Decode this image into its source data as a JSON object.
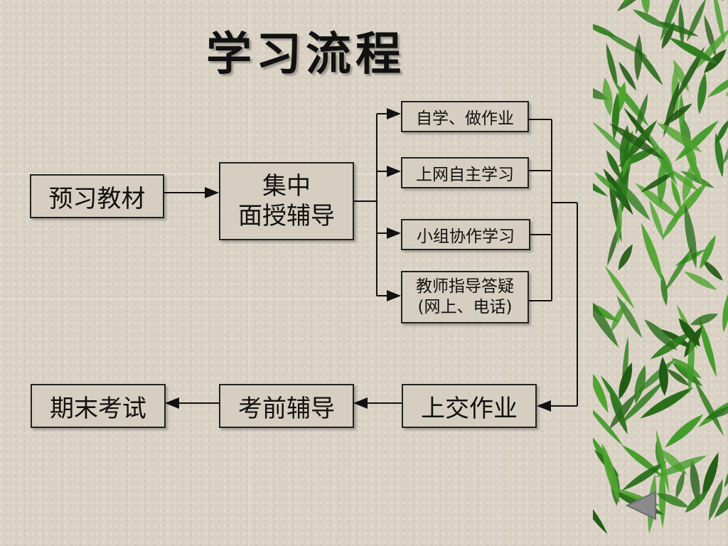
{
  "slide": {
    "title": "学习流程",
    "nodes": {
      "preview": "预习教材",
      "tutoring_line1": "集中",
      "tutoring_line2": "面授辅导",
      "self_study": "自学、做作业",
      "online_study": "上网自主学习",
      "group_study": "小组协作学习",
      "teacher_line1": "教师指导答疑",
      "teacher_line2": "(网上、电话)",
      "submit_homework": "上交作业",
      "pre_exam": "考前辅导",
      "final_exam": "期末考试"
    }
  },
  "colors": {
    "background": "#d9d2c4",
    "box_border": "#222222",
    "text": "#111111",
    "bamboo_leaf": "#2f7d1e"
  },
  "icons": [
    "back-arrow-icon",
    "bamboo-decoration"
  ]
}
